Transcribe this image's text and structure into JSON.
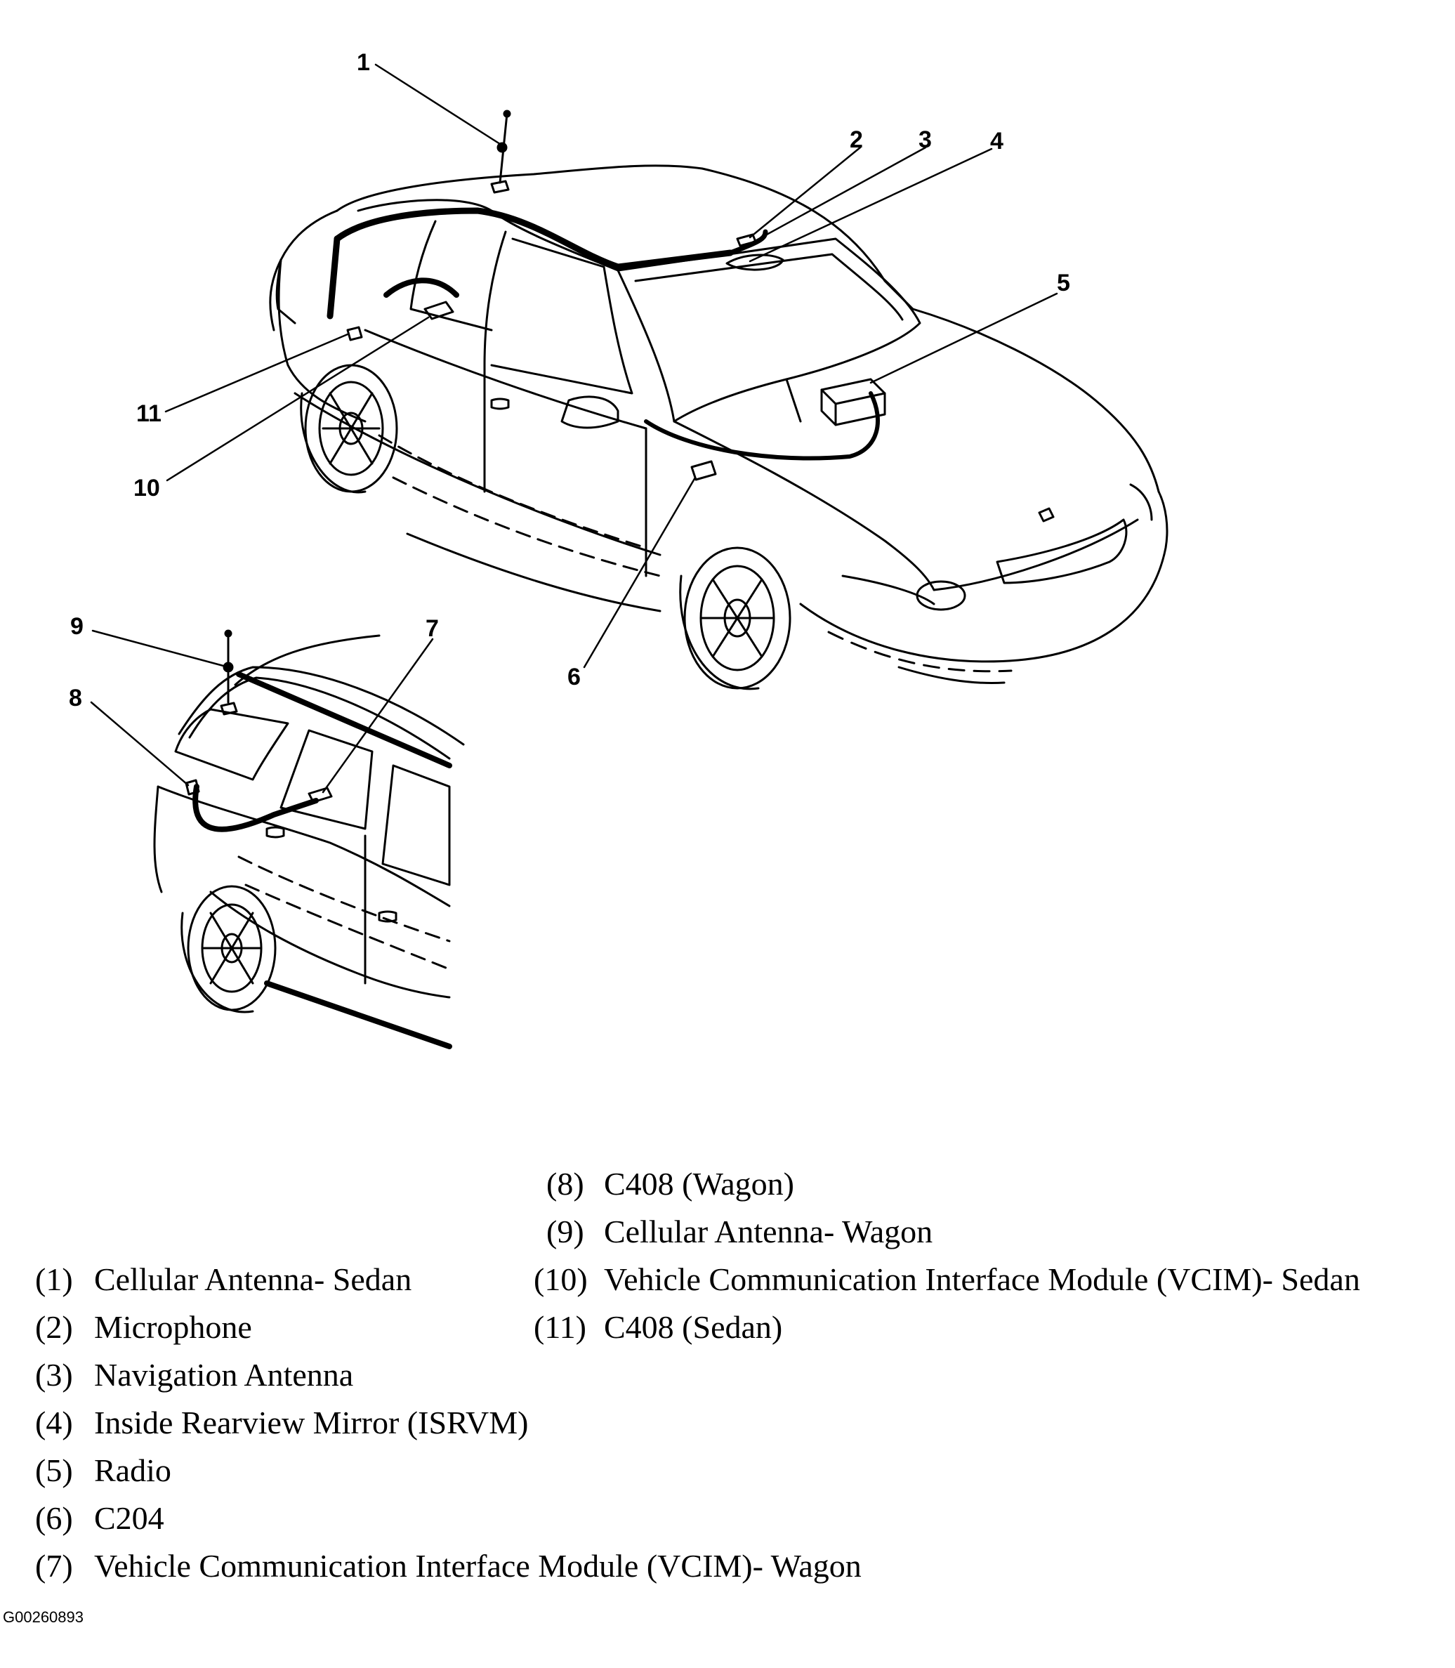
{
  "callouts": [
    "1",
    "2",
    "3",
    "4",
    "5",
    "6",
    "7",
    "8",
    "9",
    "10",
    "11"
  ],
  "legend_left": [
    {
      "num": "(1)",
      "text": "Cellular Antenna- Sedan"
    },
    {
      "num": "(2)",
      "text": "Microphone"
    },
    {
      "num": "(3)",
      "text": "Navigation Antenna"
    },
    {
      "num": "(4)",
      "text": "Inside Rearview Mirror (ISRVM)"
    },
    {
      "num": "(5)",
      "text": "Radio"
    },
    {
      "num": "(6)",
      "text": "C204"
    },
    {
      "num": "(7)",
      "text": "Vehicle Communication Interface Module (VCIM)- Wagon"
    }
  ],
  "legend_right": [
    {
      "num": "(8)",
      "text": "C408 (Wagon)"
    },
    {
      "num": "(9)",
      "text": "Cellular Antenna- Wagon"
    },
    {
      "num": "(10)",
      "text": "Vehicle Communication Interface Module (VCIM)- Sedan"
    },
    {
      "num": "(11)",
      "text": "C408 (Sedan)"
    }
  ],
  "figure_id": "G00260893"
}
